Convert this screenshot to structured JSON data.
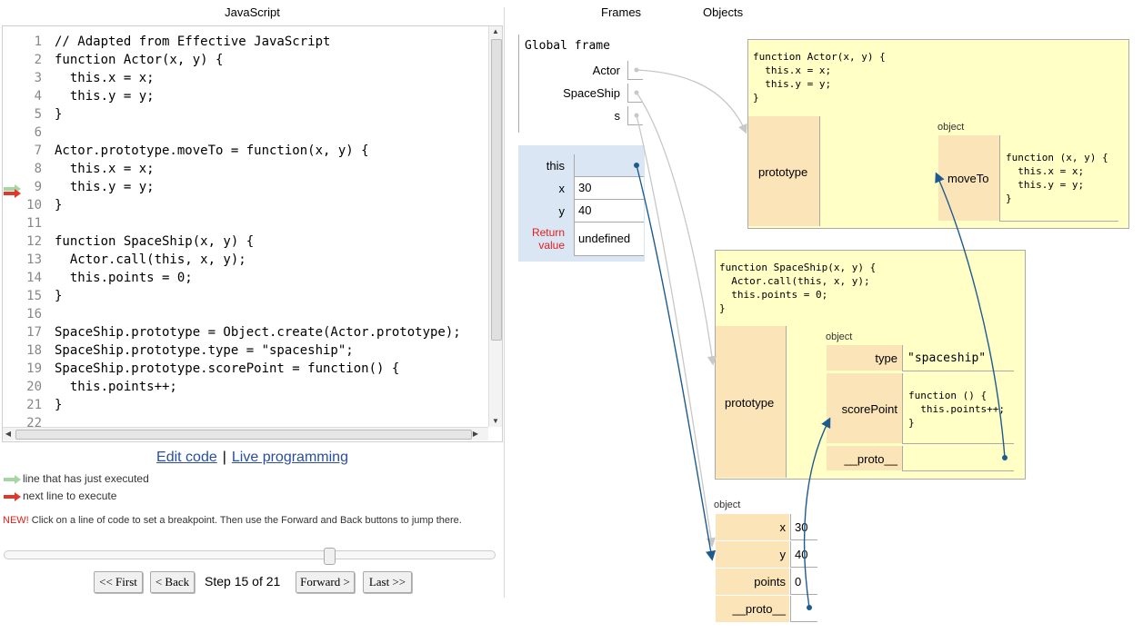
{
  "left_pane": {
    "language_title": "JavaScript",
    "code_lines": [
      {
        "num": "1",
        "text": "// Adapted from Effective JavaScript"
      },
      {
        "num": "2",
        "text": "function Actor(x, y) {"
      },
      {
        "num": "3",
        "text": "  this.x = x;"
      },
      {
        "num": "4",
        "text": "  this.y = y;"
      },
      {
        "num": "5",
        "text": "}"
      },
      {
        "num": "6",
        "text": ""
      },
      {
        "num": "7",
        "text": "Actor.prototype.moveTo = function(x, y) {"
      },
      {
        "num": "8",
        "text": "  this.x = x;"
      },
      {
        "num": "9",
        "text": "  this.y = y;"
      },
      {
        "num": "10",
        "text": "}"
      },
      {
        "num": "11",
        "text": ""
      },
      {
        "num": "12",
        "text": "function SpaceShip(x, y) {"
      },
      {
        "num": "13",
        "text": "  Actor.call(this, x, y);"
      },
      {
        "num": "14",
        "text": "  this.points = 0;"
      },
      {
        "num": "15",
        "text": "}"
      },
      {
        "num": "16",
        "text": ""
      },
      {
        "num": "17",
        "text": "SpaceShip.prototype = Object.create(Actor.prototype);"
      },
      {
        "num": "18",
        "text": "SpaceShip.prototype.type = \"spaceship\";"
      },
      {
        "num": "19",
        "text": "SpaceShip.prototype.scorePoint = function() {"
      },
      {
        "num": "20",
        "text": "  this.points++;"
      },
      {
        "num": "21",
        "text": "}"
      },
      {
        "num": "22",
        "text": ""
      }
    ],
    "edit_code_link": "Edit code",
    "link_separator": "|",
    "live_programming_link": "Live programming",
    "legend_executed": "line that has just executed",
    "legend_next": "next line to execute",
    "new_badge": "NEW!",
    "new_note": " Click on a line of code to set a breakpoint. Then use the Forward and Back buttons to jump there.",
    "buttons": {
      "first": "<< First",
      "back": "< Back",
      "forward": "Forward >",
      "last": "Last >>"
    },
    "step_label": "Step 15 of 21",
    "slider_fraction": 0.667
  },
  "right_pane": {
    "frames_header": "Frames",
    "objects_header": "Objects",
    "global_frame_title": "Global frame",
    "global_vars": [
      "Actor",
      "SpaceShip",
      "s"
    ],
    "stack_frame": {
      "rows": [
        {
          "name": "this",
          "value": ""
        },
        {
          "name": "x",
          "value": "30"
        },
        {
          "name": "y",
          "value": "40"
        }
      ],
      "return_label_line1": "Return",
      "return_label_line2": "value",
      "return_value": "undefined"
    },
    "actor_function_code": "function Actor(x, y) {\n  this.x = x;\n  this.y = y;\n}",
    "actor_prototype_label": "prototype",
    "actor_proto_object_label": "object",
    "moveto_key": "moveTo",
    "moveto_code": "function (x, y) {\n  this.x = x;\n  this.y = y;\n}",
    "spaceship_function_code": "function SpaceShip(x, y) {\n  Actor.call(this, x, y);\n  this.points = 0;\n}",
    "spaceship_prototype_label": "prototype",
    "spaceship_proto_object_label": "object",
    "type_key": "type",
    "type_value": "\"spaceship\"",
    "scorepoint_key": "scorePoint",
    "scorepoint_code": "function () {\n  this.points++;\n}",
    "proto_key": "__proto__",
    "instance_object_label": "object",
    "instance_rows": [
      {
        "key": "x",
        "value": "30"
      },
      {
        "key": "y",
        "value": "40"
      },
      {
        "key": "points",
        "value": "0"
      },
      {
        "key": "__proto__",
        "value": ""
      }
    ]
  },
  "colors": {
    "executed_arrow": "#a6d6a4",
    "next_arrow": "#e0382a",
    "heap_bg": "#ffffc6",
    "tan_bg": "#fae4b8",
    "frame_bg": "#dbe6f5",
    "pointer_blue": "#1d5b8f",
    "link_blue": "#2a4e9b"
  },
  "icons": [
    "executed-line-arrow-icon",
    "next-line-arrow-icon"
  ]
}
